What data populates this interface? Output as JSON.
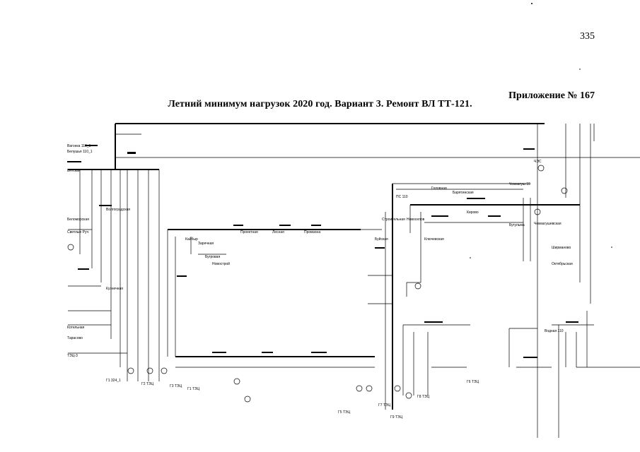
{
  "page_number": "335",
  "appendix": "Приложение № 167",
  "title": "Летний минимум нагрузок 2020 год. Вариант 3. Ремонт ВЛ ТТ-121.",
  "diagram": {
    "labels": [
      "Вагонка 110_1",
      "Белушья 110_1",
      "Вятская",
      "Беломорская",
      "Светлые Руч",
      "Волгоградская",
      "Кузнечная",
      "Котельная",
      "Тарасово",
      "Чекмагуш 10",
      "Строительная",
      "Новоселов",
      "Барятинская",
      "Кайбыр",
      "Заречная",
      "Бугровая",
      "Проектная",
      "Лесная",
      "Промзона",
      "Новострой",
      "Буйская",
      "Ключевская",
      "Бугульма",
      "Чекмагушевская",
      "Головная",
      "Кирово",
      "Октябрьская",
      "Ширманово",
      "Г1 ТЭЦ",
      "Г1 324_1",
      "Г2 ТЭЦ",
      "Г3 ТЭЦ",
      "Г5 ТЭЦ",
      "Г7 ТЭЦ",
      "Г8 ТЭЦ",
      "Г9 ТЭЦ",
      "Г6 ТЭЦ",
      "ТЭЦ-3",
      "ПС 110",
      "ЧЭС",
      "Водная 110"
    ]
  }
}
